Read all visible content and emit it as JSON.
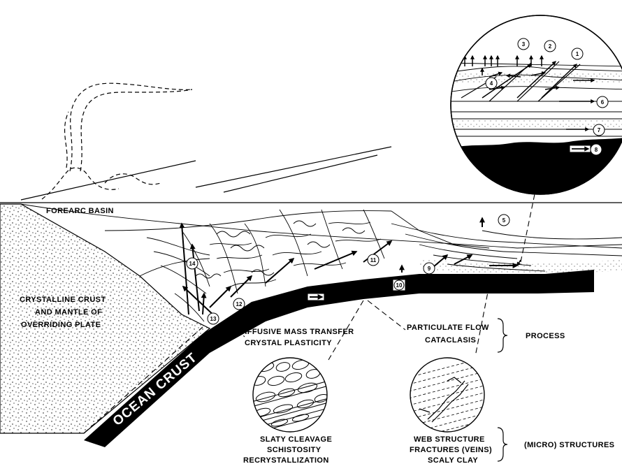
{
  "labels": {
    "forearc_basin": "FOREARC BASIN",
    "crust_line1": "CRYSTALLINE CRUST",
    "crust_line2": "AND MANTLE OF",
    "crust_line3": "OVERRIDING PLATE",
    "ocean_crust": "OCEAN CRUST",
    "process_left_1": "DIFFUSIVE MASS TRANSFER",
    "process_left_2": "CRYSTAL PLASTICITY",
    "process_right_1": "PARTICULATE FLOW",
    "process_right_2": "CATACLASIS",
    "process_heading": "PROCESS",
    "structures_left_1": "SLATY CLEAVAGE",
    "structures_left_2": "SCHISTOSITY",
    "structures_left_3": "RECRYSTALLIZATION",
    "structures_right_1": "WEB STRUCTURE",
    "structures_right_2": "FRACTURES (VEINS)",
    "structures_right_3": "SCALY CLAY",
    "structures_heading": "(MICRO) STRUCTURES"
  },
  "markers": [
    "1",
    "2",
    "3",
    "4",
    "5",
    "6",
    "7",
    "8",
    "9",
    "10",
    "11",
    "12",
    "13",
    "14"
  ]
}
